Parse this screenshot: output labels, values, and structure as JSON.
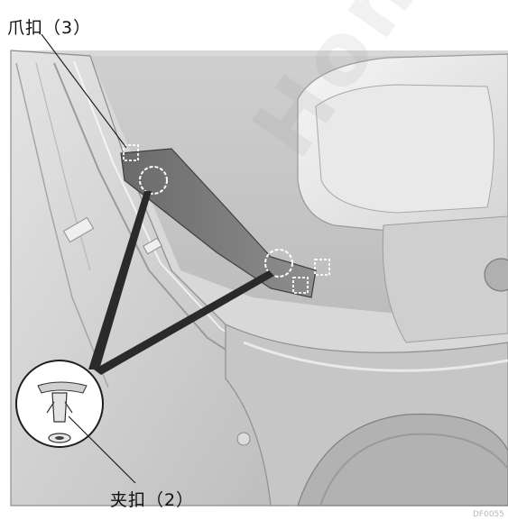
{
  "labels": {
    "claw_clip": "爪扣（3）",
    "clip": "夹扣（2）"
  },
  "watermark": "Hono",
  "figure_code": "DF0055"
}
